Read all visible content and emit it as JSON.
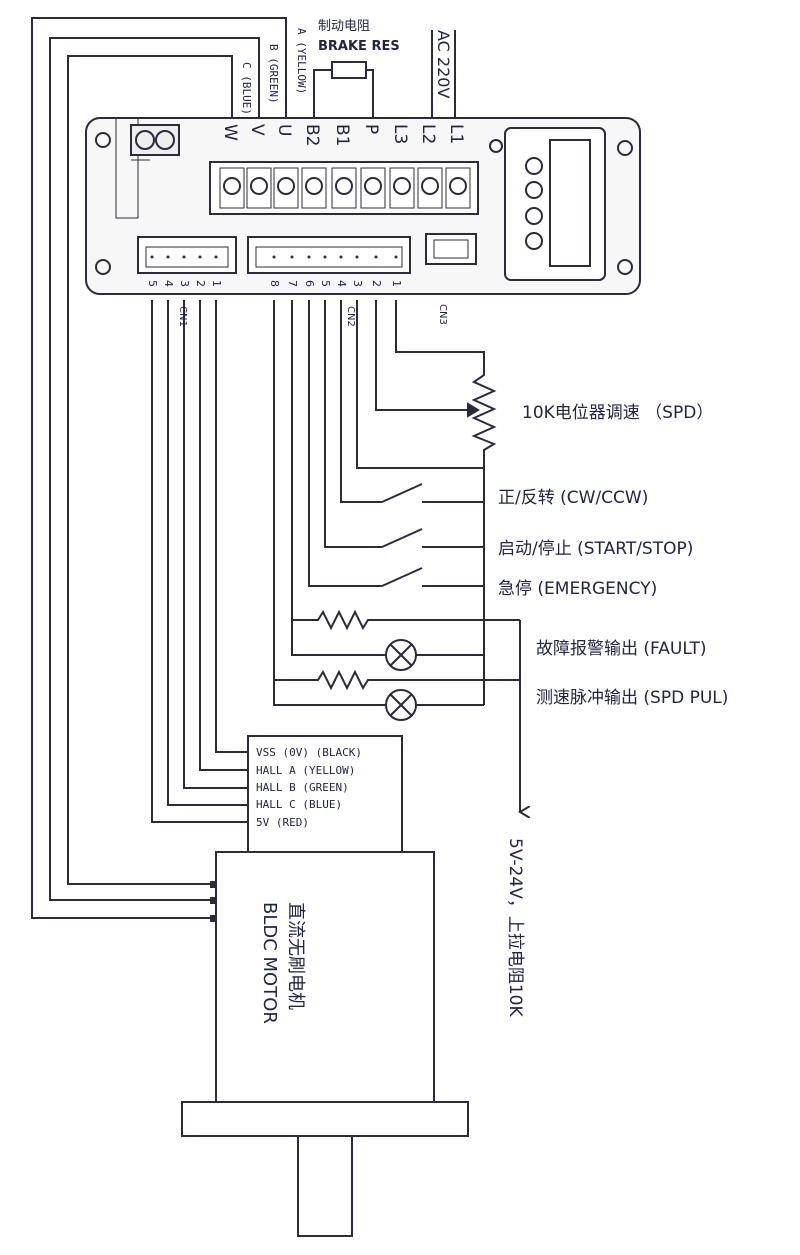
{
  "brake": {
    "cn": "制动电阻",
    "en": "BRAKE RES"
  },
  "ac": "AC 220V",
  "motor_leads": {
    "a": "A (YELLOW)",
    "b": "B (GREEN)",
    "c": "C (BLUE)"
  },
  "terminals": [
    "W",
    "V",
    "U",
    "B2",
    "B1",
    "P",
    "L3",
    "L2",
    "L1"
  ],
  "cn1": {
    "pins": [
      "5",
      "4",
      "3",
      "2",
      "1"
    ],
    "label": "CN1"
  },
  "cn2": {
    "pins": [
      "8",
      "7",
      "6",
      "5",
      "4",
      "3",
      "2",
      "1"
    ],
    "label": "CN2"
  },
  "cn3": {
    "label": "CN3"
  },
  "io_labels": {
    "spd": "10K电位器调速 （SPD）",
    "cw": "正/反转 (CW/CCW)",
    "start": "启动/停止 (START/STOP)",
    "emg": "急停 (EMERGENCY)",
    "fault": "故障报警输出 (FAULT)",
    "spdpul": "测速脉冲输出 (SPD PUL)"
  },
  "pullup": "5V-24V，上拉电阻10K",
  "hall": [
    "VSS (0V) (BLACK)",
    "HALL A (YELLOW)",
    "HALL B (GREEN)",
    "HALL C (BLUE)",
    "5V (RED)"
  ],
  "motor": {
    "cn": "直流无刷电机",
    "en": "BLDC MOTOR"
  },
  "colors": {
    "line": "#2b2b3a",
    "label": "#23234a",
    "panel": "#f7f7f7"
  }
}
